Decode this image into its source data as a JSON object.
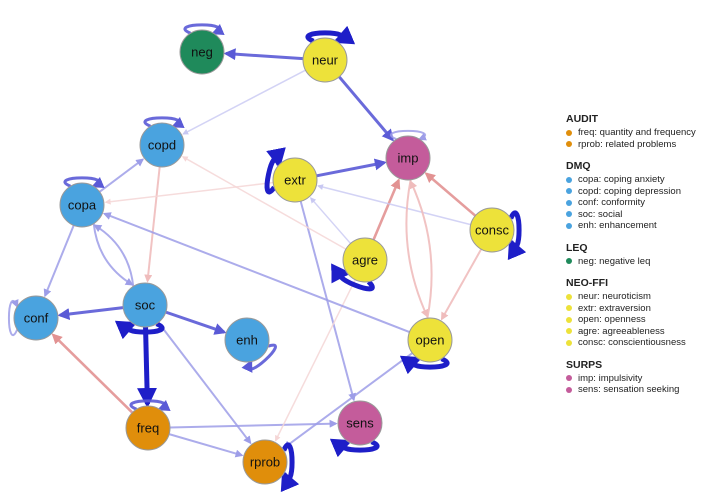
{
  "colors": {
    "AUDIT": "#e08e0b",
    "DMQ": "#4aa3df",
    "LEQ": "#1f8a5b",
    "NEO-FFI": "#ede23a",
    "SURPS": "#c45c9b"
  },
  "nodes": [
    {
      "id": "neg",
      "label": "neg",
      "group": "LEQ",
      "self_loop": "medium"
    },
    {
      "id": "neur",
      "label": "neur",
      "group": "NEO-FFI",
      "self_loop": "strong"
    },
    {
      "id": "copd",
      "label": "copd",
      "group": "DMQ",
      "self_loop": "medium"
    },
    {
      "id": "copa",
      "label": "copa",
      "group": "DMQ",
      "self_loop": "medium"
    },
    {
      "id": "extr",
      "label": "extr",
      "group": "NEO-FFI",
      "self_loop": "strong"
    },
    {
      "id": "imp",
      "label": "imp",
      "group": "SURPS",
      "self_loop": "light"
    },
    {
      "id": "consc",
      "label": "consc",
      "group": "NEO-FFI",
      "self_loop": "strong"
    },
    {
      "id": "agre",
      "label": "agre",
      "group": "NEO-FFI",
      "self_loop": "strong"
    },
    {
      "id": "conf",
      "label": "conf",
      "group": "DMQ",
      "self_loop": "light"
    },
    {
      "id": "soc",
      "label": "soc",
      "group": "DMQ",
      "self_loop": "strong"
    },
    {
      "id": "enh",
      "label": "enh",
      "group": "DMQ",
      "self_loop": "medium"
    },
    {
      "id": "open",
      "label": "open",
      "group": "NEO-FFI",
      "self_loop": "strong"
    },
    {
      "id": "freq",
      "label": "freq",
      "group": "AUDIT",
      "self_loop": "medium"
    },
    {
      "id": "sens",
      "label": "sens",
      "group": "SURPS",
      "self_loop": "strong"
    },
    {
      "id": "rprob",
      "label": "rprob",
      "group": "AUDIT",
      "self_loop": "strong"
    }
  ],
  "edges": [
    {
      "from": "neur",
      "to": "neg",
      "sign": "positive",
      "strength": "medium"
    },
    {
      "from": "neur",
      "to": "imp",
      "sign": "positive",
      "strength": "medium"
    },
    {
      "from": "neur",
      "to": "copd",
      "sign": "positive",
      "strength": "faint"
    },
    {
      "from": "copd",
      "to": "soc",
      "sign": "negative",
      "strength": "light"
    },
    {
      "from": "copa",
      "to": "copd",
      "sign": "positive",
      "strength": "light"
    },
    {
      "from": "copa",
      "to": "conf",
      "sign": "positive",
      "strength": "light"
    },
    {
      "from": "copa",
      "to": "soc",
      "sign": "positive",
      "strength": "light",
      "curve": 0.15
    },
    {
      "from": "soc",
      "to": "copa",
      "sign": "positive",
      "strength": "light",
      "curve": 0.15
    },
    {
      "from": "soc",
      "to": "conf",
      "sign": "positive",
      "strength": "medium"
    },
    {
      "from": "soc",
      "to": "enh",
      "sign": "positive",
      "strength": "medium"
    },
    {
      "from": "soc",
      "to": "freq",
      "sign": "positive",
      "strength": "strong"
    },
    {
      "from": "soc",
      "to": "rprob",
      "sign": "positive",
      "strength": "light"
    },
    {
      "from": "freq",
      "to": "conf",
      "sign": "negative",
      "strength": "medium"
    },
    {
      "from": "freq",
      "to": "sens",
      "sign": "positive",
      "strength": "light"
    },
    {
      "from": "freq",
      "to": "rprob",
      "sign": "positive",
      "strength": "light"
    },
    {
      "from": "extr",
      "to": "imp",
      "sign": "positive",
      "strength": "medium"
    },
    {
      "from": "extr",
      "to": "copa",
      "sign": "negative",
      "strength": "faint"
    },
    {
      "from": "extr",
      "to": "sens",
      "sign": "positive",
      "strength": "light"
    },
    {
      "from": "agre",
      "to": "imp",
      "sign": "negative",
      "strength": "medium"
    },
    {
      "from": "agre",
      "to": "extr",
      "sign": "positive",
      "strength": "faint"
    },
    {
      "from": "agre",
      "to": "copd",
      "sign": "negative",
      "strength": "faint"
    },
    {
      "from": "agre",
      "to": "rprob",
      "sign": "negative",
      "strength": "faint"
    },
    {
      "from": "consc",
      "to": "imp",
      "sign": "negative",
      "strength": "medium"
    },
    {
      "from": "consc",
      "to": "extr",
      "sign": "positive",
      "strength": "faint"
    },
    {
      "from": "consc",
      "to": "open",
      "sign": "negative",
      "strength": "light"
    },
    {
      "from": "imp",
      "to": "open",
      "sign": "negative",
      "strength": "light",
      "curve": 0.12
    },
    {
      "from": "open",
      "to": "imp",
      "sign": "negative",
      "strength": "light",
      "curve": 0.12
    },
    {
      "from": "open",
      "to": "copa",
      "sign": "positive",
      "strength": "light"
    },
    {
      "from": "open",
      "to": "rprob",
      "sign": "positive",
      "strength": "light"
    }
  ],
  "legend": [
    {
      "title": "AUDIT",
      "items": [
        {
          "text": "freq: quantity and frequency",
          "group": "AUDIT"
        },
        {
          "text": "rprob: related problems",
          "group": "AUDIT"
        }
      ]
    },
    {
      "title": "DMQ",
      "items": [
        {
          "text": "copa: coping anxiety",
          "group": "DMQ"
        },
        {
          "text": "copd: coping depression",
          "group": "DMQ"
        },
        {
          "text": "conf: conformity",
          "group": "DMQ"
        },
        {
          "text": "soc: social",
          "group": "DMQ"
        },
        {
          "text": "enh: enhancement",
          "group": "DMQ"
        }
      ]
    },
    {
      "title": "LEQ",
      "items": [
        {
          "text": "neg: negative leq",
          "group": "LEQ"
        }
      ]
    },
    {
      "title": "NEO-FFI",
      "items": [
        {
          "text": "neur: neuroticism",
          "group": "NEO-FFI"
        },
        {
          "text": "extr: extraversion",
          "group": "NEO-FFI"
        },
        {
          "text": "open: openness",
          "group": "NEO-FFI"
        },
        {
          "text": "agre: agreeableness",
          "group": "NEO-FFI"
        },
        {
          "text": "consc: conscientiousness",
          "group": "NEO-FFI"
        }
      ]
    },
    {
      "title": "SURPS",
      "items": [
        {
          "text": "imp: impulsivity",
          "group": "SURPS"
        },
        {
          "text": "sens: sensation seeking",
          "group": "SURPS"
        }
      ]
    }
  ]
}
